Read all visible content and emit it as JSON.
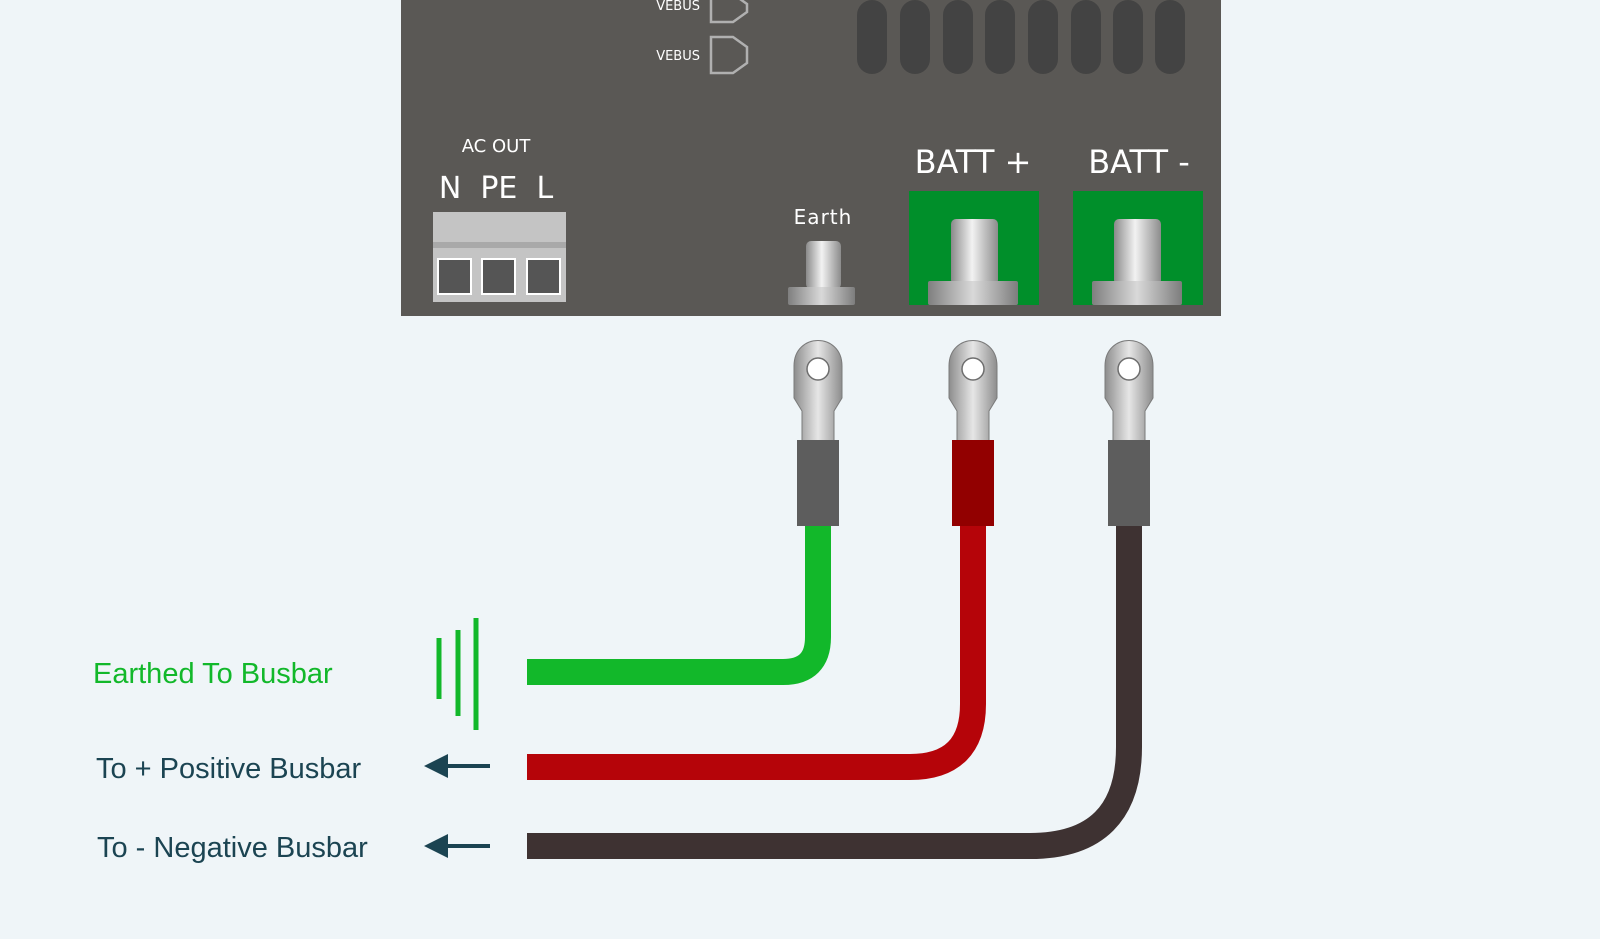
{
  "device": {
    "vebus_ports": [
      "VEBUS",
      "VEBUS"
    ],
    "ac_out": {
      "title": "AC OUT",
      "terminals": "N  PE  L"
    },
    "earth_label": "Earth",
    "batt_plus_label": "BATT +",
    "batt_minus_label": "BATT -"
  },
  "cables": {
    "earth": {
      "label": "Earthed To Busbar",
      "color": "#12b82a",
      "sleeve": "#5d5d5d"
    },
    "positive": {
      "label": "To + Positive Busbar",
      "color": "#b50409",
      "sleeve": "#920000"
    },
    "negative": {
      "label": "To - Negative Busbar",
      "color": "#3e3232",
      "sleeve": "#5d5d5d"
    }
  },
  "colors": {
    "background": "#eff5f8",
    "device_body": "#5a5855",
    "terminal_green": "#008f2a",
    "label_dark": "#1b4452",
    "earth_label_green": "#12b82a"
  },
  "icons": {
    "earth_symbol": "earth-ground-icon",
    "positive_arrow": "arrow-left-icon",
    "negative_arrow": "arrow-left-icon"
  }
}
